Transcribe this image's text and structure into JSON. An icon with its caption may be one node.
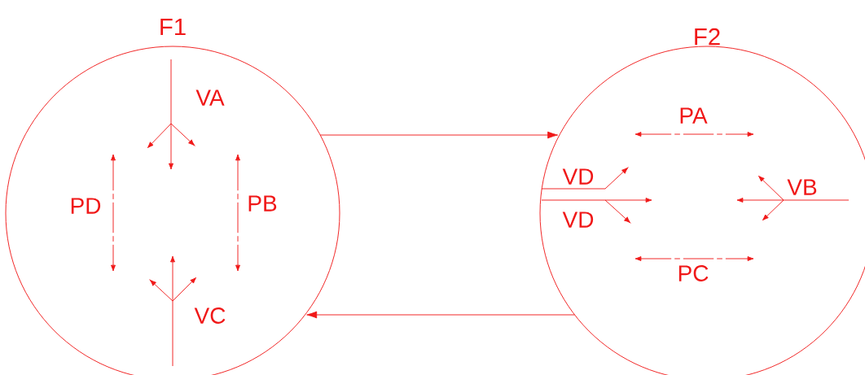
{
  "diagram": {
    "nodes": [
      {
        "text": [
          "F1"
        ]
      },
      {
        "text": [
          "F2"
        ]
      }
    ],
    "edges": [
      {
        "from": 0,
        "to": 1,
        "arrow": "to"
      },
      {
        "from": 1,
        "to": 0,
        "arrow": "to"
      }
    ],
    "labels": [
      "VA",
      "PD",
      "PB",
      "VC",
      "PA",
      "VD",
      "VD",
      "VB",
      "PC"
    ]
  }
}
